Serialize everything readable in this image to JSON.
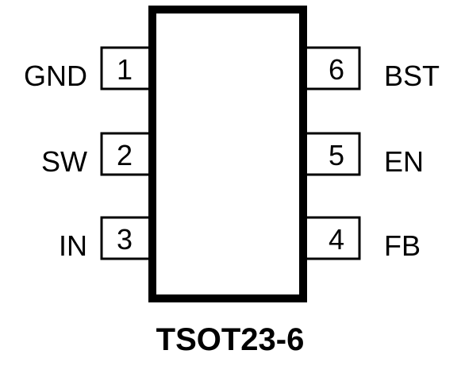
{
  "package": {
    "name": "TSOT23-6"
  },
  "pins": {
    "left": [
      {
        "number": "1",
        "label": "GND"
      },
      {
        "number": "2",
        "label": "SW"
      },
      {
        "number": "3",
        "label": "IN"
      }
    ],
    "right": [
      {
        "number": "6",
        "label": "BST"
      },
      {
        "number": "5",
        "label": "EN"
      },
      {
        "number": "4",
        "label": "FB"
      }
    ]
  }
}
